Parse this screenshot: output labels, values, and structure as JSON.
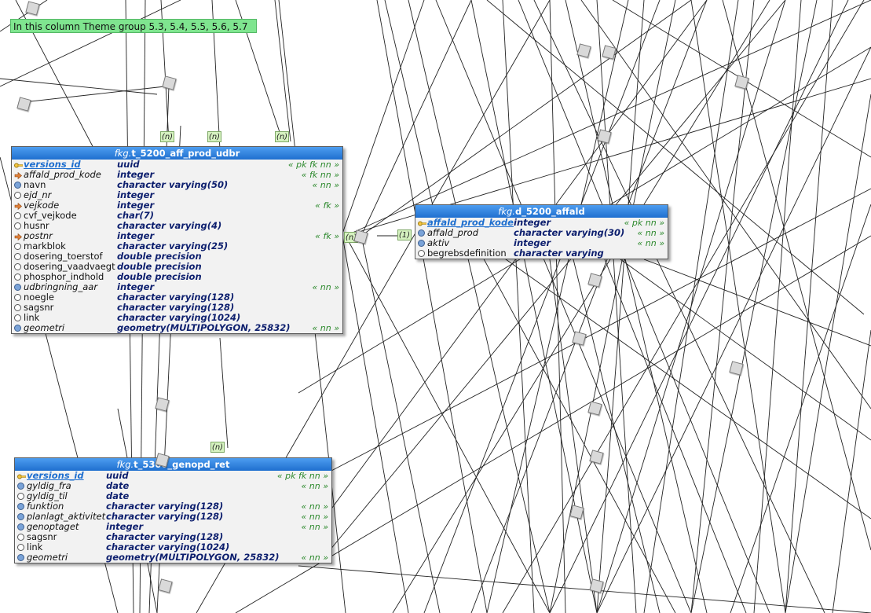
{
  "note": {
    "text": "In this column Theme group 5.3, 5.4, 5.5, 5.6, 5.7"
  },
  "tables": {
    "aff_prod_udbr": {
      "schema": "fkg.",
      "name": "t_5200_aff_prod_udbr",
      "columns": [
        {
          "name": "versions_id",
          "type": "uuid",
          "flags": "« pk fk nn »"
        },
        {
          "name": "affald_prod_kode",
          "type": "integer",
          "flags": "« fk nn »"
        },
        {
          "name": "navn",
          "type": "character varying(50)",
          "flags": "« nn »"
        },
        {
          "name": "ejd_nr",
          "type": "integer",
          "flags": ""
        },
        {
          "name": "vejkode",
          "type": "integer",
          "flags": "« fk »"
        },
        {
          "name": "cvf_vejkode",
          "type": "char(7)",
          "flags": ""
        },
        {
          "name": "husnr",
          "type": "character varying(4)",
          "flags": ""
        },
        {
          "name": "postnr",
          "type": "integer",
          "flags": "« fk »"
        },
        {
          "name": "markblok",
          "type": "character varying(25)",
          "flags": ""
        },
        {
          "name": "dosering_toerstof",
          "type": "double precision",
          "flags": ""
        },
        {
          "name": "dosering_vaadvaegt",
          "type": "double precision",
          "flags": ""
        },
        {
          "name": "phosphor_indhold",
          "type": "double precision",
          "flags": ""
        },
        {
          "name": "udbringning_aar",
          "type": "integer",
          "flags": "« nn »"
        },
        {
          "name": "noegle",
          "type": "character varying(128)",
          "flags": ""
        },
        {
          "name": "sagsnr",
          "type": "character varying(128)",
          "flags": ""
        },
        {
          "name": "link",
          "type": "character varying(1024)",
          "flags": ""
        },
        {
          "name": "geometri",
          "type": "geometry(MULTIPOLYGON, 25832)",
          "flags": "« nn »"
        }
      ]
    },
    "affald": {
      "schema": "fkg.",
      "name": "d_5200_affald",
      "columns": [
        {
          "name": "affald_prod_kode",
          "type": "integer",
          "flags": "« pk nn »"
        },
        {
          "name": "affald_prod",
          "type": "character varying(30)",
          "flags": "« nn »"
        },
        {
          "name": "aktiv",
          "type": "integer",
          "flags": "« nn »"
        },
        {
          "name": "begrebsdefinition",
          "type": "character varying",
          "flags": ""
        }
      ]
    },
    "genopd_ret": {
      "schema": "fkg.",
      "name": "t_5300_genopd_ret",
      "columns": [
        {
          "name": "versions_id",
          "type": "uuid",
          "flags": "« pk fk nn »"
        },
        {
          "name": "gyldig_fra",
          "type": "date",
          "flags": "« nn »"
        },
        {
          "name": "gyldig_til",
          "type": "date",
          "flags": ""
        },
        {
          "name": "funktion",
          "type": "character varying(128)",
          "flags": "« nn »"
        },
        {
          "name": "planlagt_aktivitet",
          "type": "character varying(128)",
          "flags": "« nn »"
        },
        {
          "name": "genoptaget",
          "type": "integer",
          "flags": "« nn »"
        },
        {
          "name": "sagsnr",
          "type": "character varying(128)",
          "flags": ""
        },
        {
          "name": "link",
          "type": "character varying(1024)",
          "flags": ""
        },
        {
          "name": "geometri",
          "type": "geometry(MULTIPOLYGON, 25832)",
          "flags": "« nn »"
        }
      ]
    }
  },
  "cardinality": {
    "many": "(n)",
    "one": "(1)"
  }
}
